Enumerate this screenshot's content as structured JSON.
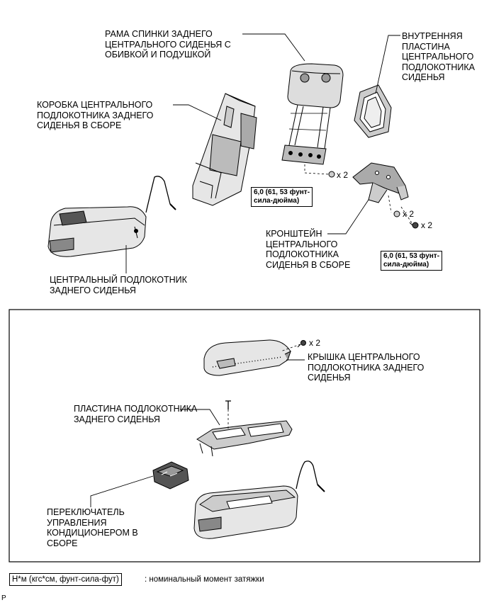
{
  "labels": {
    "frame": "РАМА СПИНКИ ЗАДНЕГО\nЦЕНТРАЛЬНОГО СИДЕНЬЯ С\nОБИВКОЙ И ПОДУШКОЙ",
    "inner_plate": "ВНУТРЕННЯЯ\nПЛАСТИНА\nЦЕНТРАЛЬНОГО\nПОДЛОКОТНИКА\nСИДЕНЬЯ",
    "box": "КОРОБКА ЦЕНТРАЛЬНОГО\nПОДЛОКОТНИКА ЗАДНЕГО\nСИДЕНЬЯ В СБОРЕ",
    "bracket": "КРОНШТЕЙН\nЦЕНТРАЛЬНОГО\nПОДЛОКОТНИКА\nСИДЕНЬЯ В СБОРЕ",
    "armrest": "ЦЕНТРАЛЬНЫЙ ПОДЛОКОТНИК\nЗАДНЕГО СИДЕНЬЯ",
    "cover": "КРЫШКА ЦЕНТРАЛЬНОГО\nПОДЛОКОТНИКА ЗАДНЕГО\nСИДЕНЬЯ",
    "plate": "ПЛАСТИНА ПОДЛОКОТНИКА\nЗАДНЕГО СИДЕНЬЯ",
    "switch": "ПЕРЕКЛЮЧАТЕЛЬ\nУПРАВЛЕНИЯ\nКОНДИЦИОНЕРОМ В\nСБОРЕ"
  },
  "torque": {
    "left": "6,0 (61, 53 фунт-\nсила-дюйма)",
    "right": "6,0 (61, 53 фунт-\nсила-дюйма)"
  },
  "quantities": {
    "nut_frame": "x 2",
    "nut_bracket": "x 2",
    "bolt_bracket": "x 2",
    "screw_cover": "x 2"
  },
  "legend": {
    "unit": "Н*м (кгс*см, фунт-сила-фут)",
    "text": ": номинальный момент затяжки"
  },
  "corner_code": "P"
}
